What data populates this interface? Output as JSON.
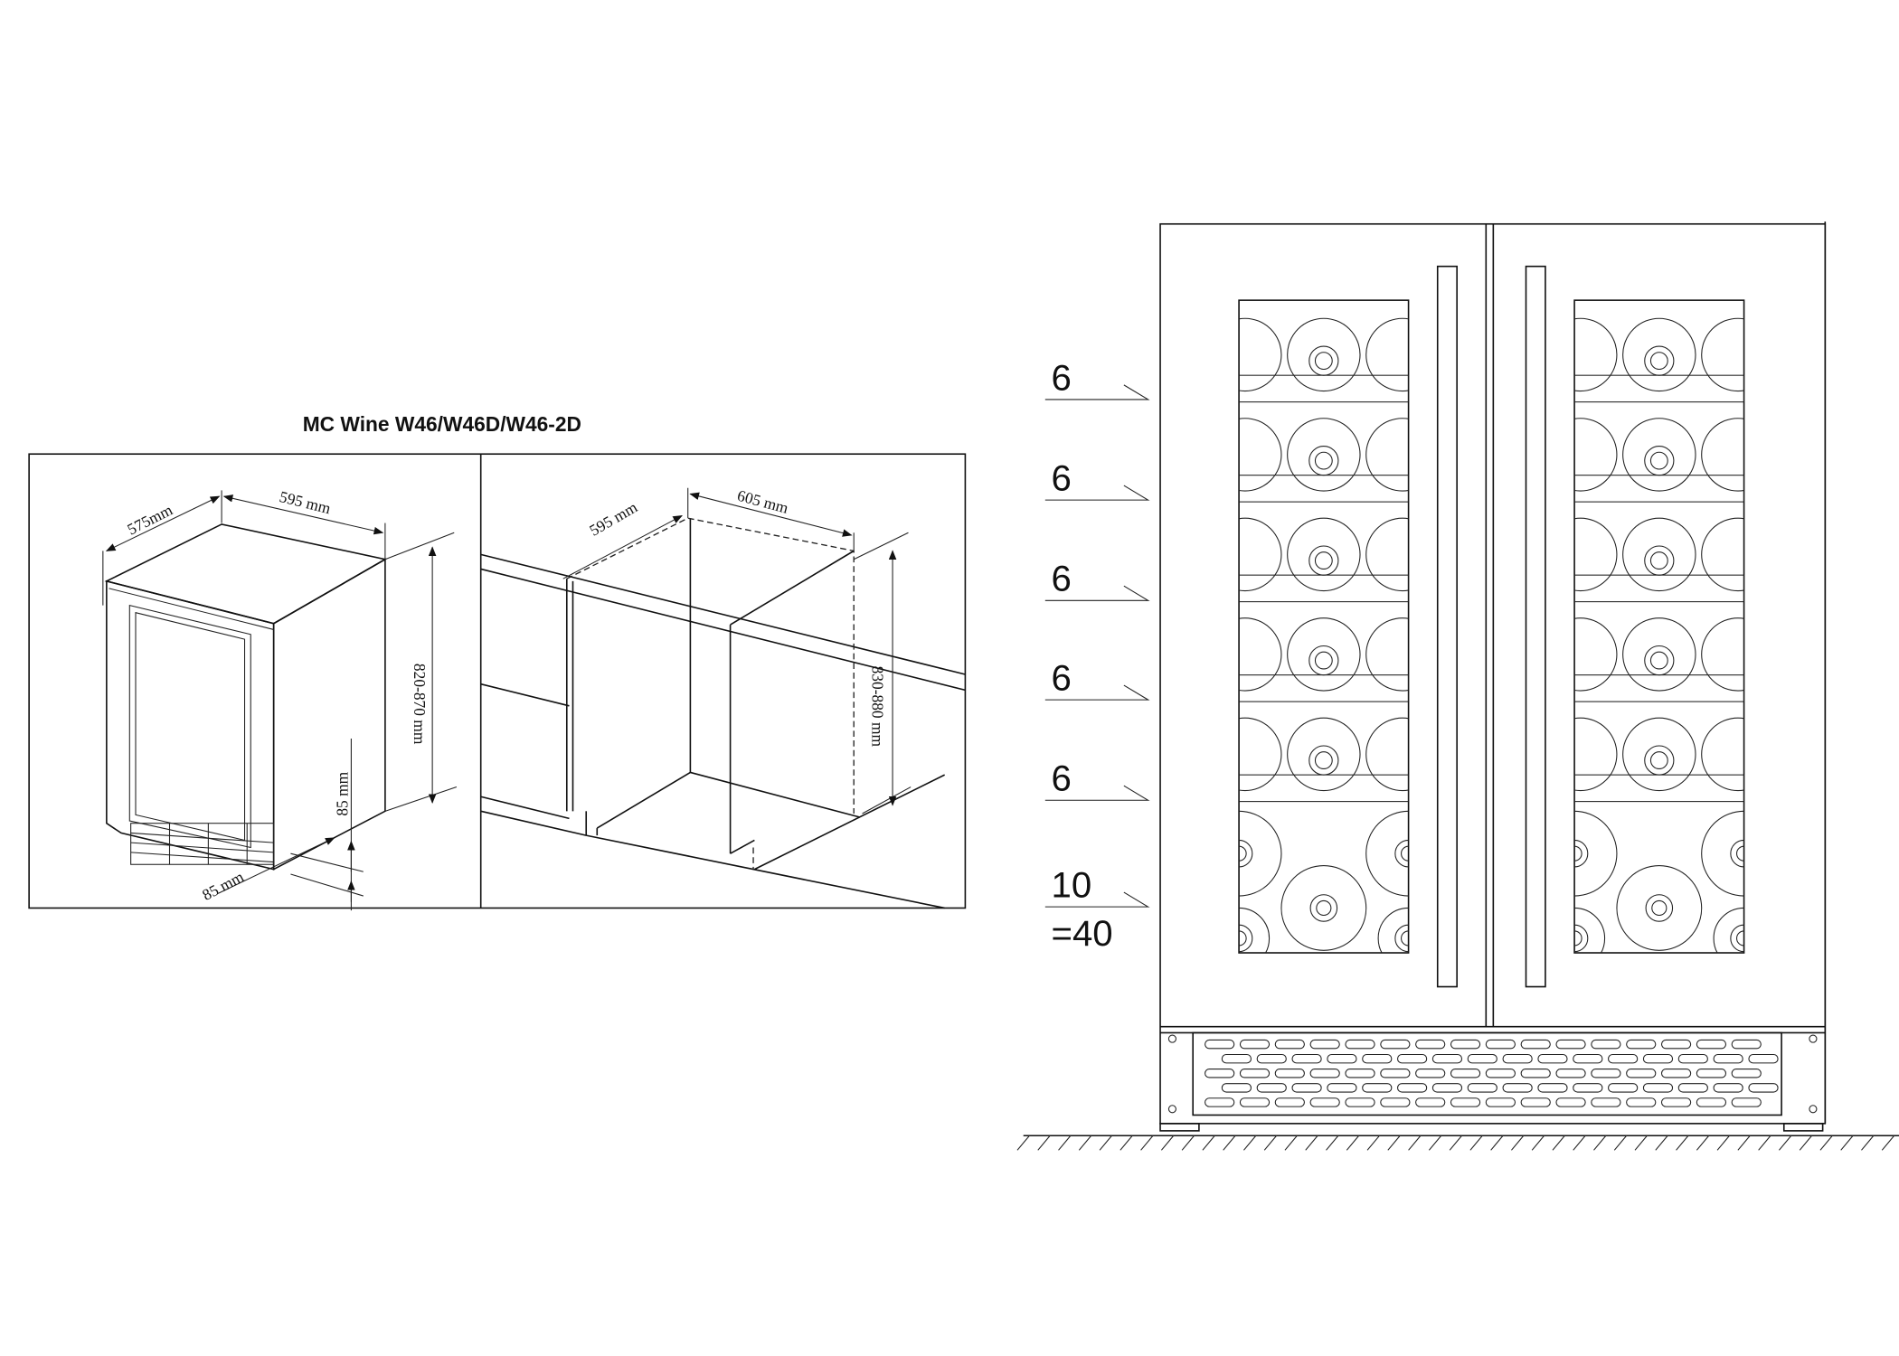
{
  "title": "MC Wine W46/W46D/W46-2D",
  "left_diagram": {
    "depth": "575mm",
    "width": "595 mm",
    "height": "820-870 mm",
    "plinth_height": "85 mm",
    "plinth_depth": "85 mm"
  },
  "niche_diagram": {
    "width": "595 mm",
    "depth": "605 mm",
    "height": "830-880 mm"
  },
  "capacity": {
    "shelves": [
      "6",
      "6",
      "6",
      "6",
      "6",
      "10"
    ],
    "total": "=40"
  }
}
